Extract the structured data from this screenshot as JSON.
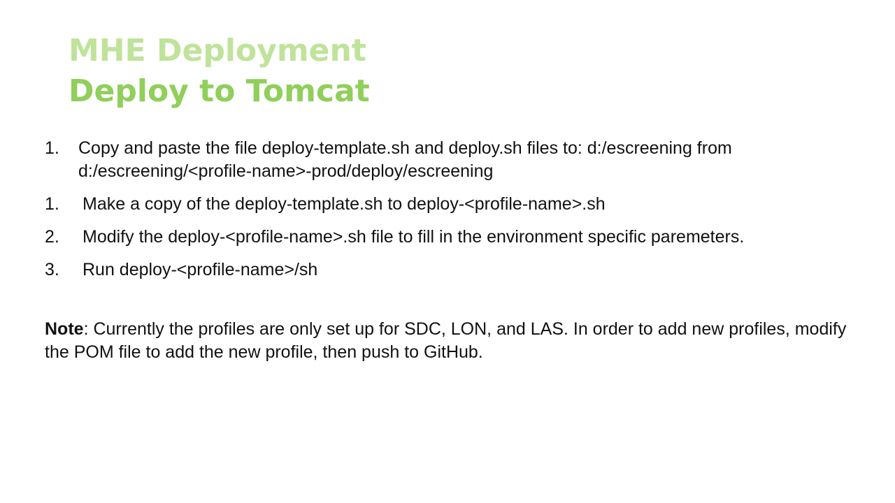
{
  "title": {
    "line1": "MHE Deployment",
    "line2": "Deploy to Tomcat"
  },
  "steps": {
    "main": {
      "number": "1.",
      "text": "Copy and paste the file deploy-template.sh and deploy.sh files to: d:/escreening from d:/escreening/<profile-name>-prod/deploy/escreening"
    },
    "sub": [
      {
        "number": "1.",
        "text": "Make a copy of the deploy-template.sh to deploy-<profile-name>.sh"
      },
      {
        "number": "2.",
        "text": "Modify the deploy-<profile-name>.sh file to fill in the environment specific paremeters."
      },
      {
        "number": "3.",
        "text": "Run deploy-<profile-name>/sh"
      }
    ]
  },
  "note": {
    "label": "Note",
    "text": ": Currently the profiles are only set up for SDC, LON, and LAS. In order to add new profiles, modify the POM file to add the new profile, then push to GitHub."
  }
}
